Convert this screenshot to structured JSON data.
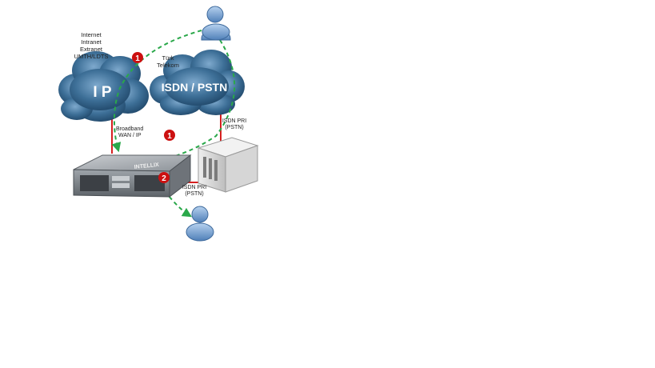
{
  "labels": {
    "ip_network_line1": "Internet",
    "ip_network_line2": "Intranet",
    "ip_network_line3": "Extranet",
    "ip_network_line4": "UMTH/LDTS",
    "telco_line1": "Türk",
    "telco_line2": "Telekom",
    "broadband_line1": "Broadband",
    "broadband_line2": "WAN / IP",
    "isdn_pri_right_line1": "ISDN PRI",
    "isdn_pri_right_line2": "(PSTN)",
    "isdn_pri_bottom_line1": "ISDN PRI",
    "isdn_pri_bottom_line2": "(PSTN)"
  },
  "clouds": {
    "ip": "I P",
    "isdn": "ISDN / PSTN"
  },
  "device": {
    "brand": "INTELLIX"
  },
  "badges": {
    "b1_top": "1",
    "b1_middle": "1",
    "b2": "2"
  },
  "colors": {
    "cloud": "#2e5f86",
    "cloud_light": "#6f9cc2",
    "link_red": "#d62020",
    "flow_green": "#2aa84a",
    "badge_red": "#cc1010",
    "user_blue": "#7aa7d6",
    "device_gray": "#8a8f95"
  }
}
